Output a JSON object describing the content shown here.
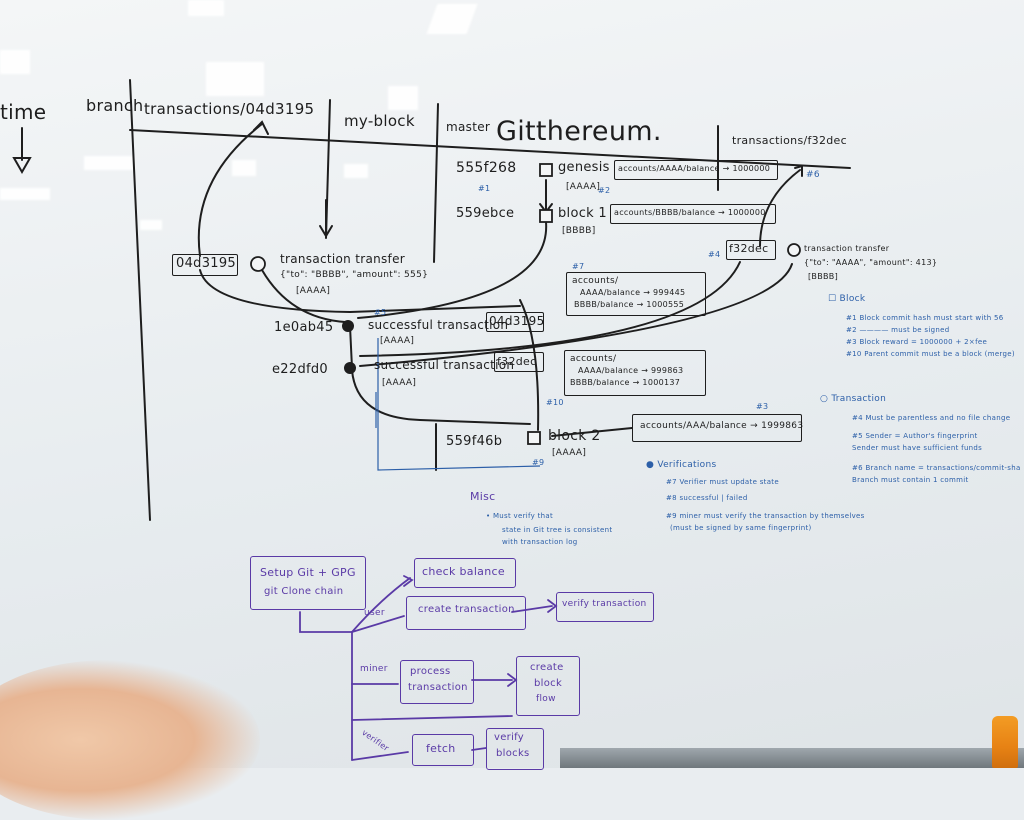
{
  "header": {
    "time": "time",
    "branch": "branch",
    "transactions_branch": "transactions/04d3195",
    "my_block": "my-block",
    "master": "master",
    "title": "Gitthereum.",
    "transactions_branch_2": "transactions/f32dec"
  },
  "master_commits": [
    {
      "hash": "555f268",
      "label": "genesis",
      "note": "[AAAA]",
      "ref": "#1",
      "state": "accounts/AAAA/balance → 1000000"
    },
    {
      "hash": "559ebce",
      "label": "block 1",
      "note": "[BBBB]",
      "ref": "#2",
      "state": "accounts/BBBB/balance → 1000000"
    }
  ],
  "tx1": {
    "hash": "04d3195",
    "title": "transaction transfer",
    "payload": "{\"to\": \"BBBB\", \"amount\": 555}",
    "signer": "[AAAA]"
  },
  "tx2": {
    "hash": "f32dec",
    "ref": "#4",
    "title": "transaction transfer",
    "payload": "{\"to\": \"AAAA\", \"amount\": 413}",
    "signer": "[BBBB]"
  },
  "my_block_commits": [
    {
      "hash": "1e0ab45",
      "label": "successful transaction",
      "tx": "04d3195",
      "signer": "[AAAA]",
      "ref": "#5",
      "state": [
        "accounts/",
        "AAAA/balance → 999445",
        "BBBB/balance → 1000555"
      ],
      "state_ref": "#7"
    },
    {
      "hash": "e22dfd0",
      "label": "successful transaction",
      "tx": "f32dec",
      "signer": "[AAAA]",
      "state": [
        "accounts/",
        "AAAA/balance → 999863",
        "BBBB/balance → 1000137"
      ]
    }
  ],
  "block2": {
    "hash": "559f46b",
    "label": "block 2",
    "signer": "[AAAA]",
    "ref": "#9",
    "ref2": "#10",
    "state": "accounts/AAA/balance → 1999863",
    "state_ref": "#3"
  },
  "notes": {
    "block_title": "Block",
    "block_items": [
      "#1  Block commit hash must start with 56",
      "#2  ———— must be signed",
      "#3  Block reward = 1000000 + 2×fee",
      "#10  Parent commit must be a block (merge)"
    ],
    "transaction_title": "Transaction",
    "transaction_items": [
      "#4  Must be parentless and no file change",
      "#5  Sender = Author's fingerprint",
      "     Sender must have sufficient funds",
      "#6  Branch name = transactions/commit-sha",
      "     Branch must contain 1 commit"
    ],
    "verification_title": "Verifications",
    "verification_items": [
      "#7  Verifier must update state",
      "#8  successful | failed",
      "#9  miner must verify the transaction by themselves",
      "     (must be signed by same fingerprint)"
    ],
    "misc_title": "Misc",
    "misc_items": [
      "Must verify that",
      "state in Git tree is consistent",
      "with transaction log"
    ],
    "ref6": "#6"
  },
  "flow": {
    "setup": [
      "Setup Git + GPG",
      "git Clone chain"
    ],
    "user": "user",
    "miner": "miner",
    "verifier": "verifier",
    "check_balance": "check balance",
    "create_transaction": "create transaction",
    "verify_transaction": "verify transaction",
    "process_transaction": [
      "process",
      "transaction"
    ],
    "create_block": [
      "create",
      "block",
      "flow"
    ],
    "fetch": "fetch",
    "verify_blocks": [
      "verify",
      "blocks"
    ]
  },
  "colors": {
    "ink": "#1e1e1e",
    "blue_marker": "#2c5fa8",
    "purple_marker": "#5a3aa6"
  }
}
